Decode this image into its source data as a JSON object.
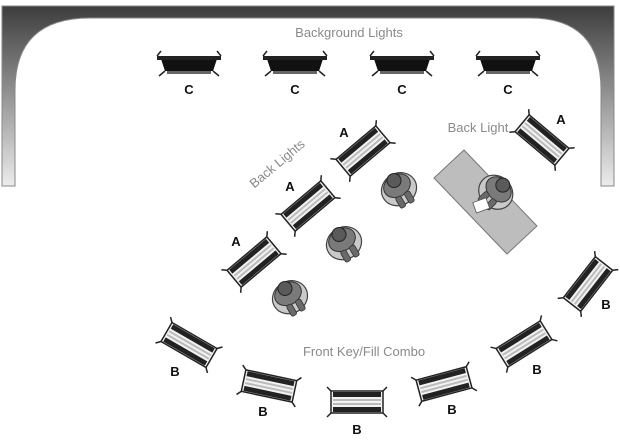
{
  "labels": {
    "background_lights": "Background  Lights",
    "back_lights": "Back Lights",
    "back_light": "Back Light",
    "front_key_fill": "Front Key/Fill Combo"
  },
  "light_letters": {
    "background": "C",
    "back": "A",
    "front": "B"
  },
  "colors": {
    "wall_dark": "#4a4a4a",
    "wall_light": "#e9e9e9",
    "desk": "#bdbdbd",
    "person": "#6e6e6e",
    "label": "#8a8a8a"
  }
}
